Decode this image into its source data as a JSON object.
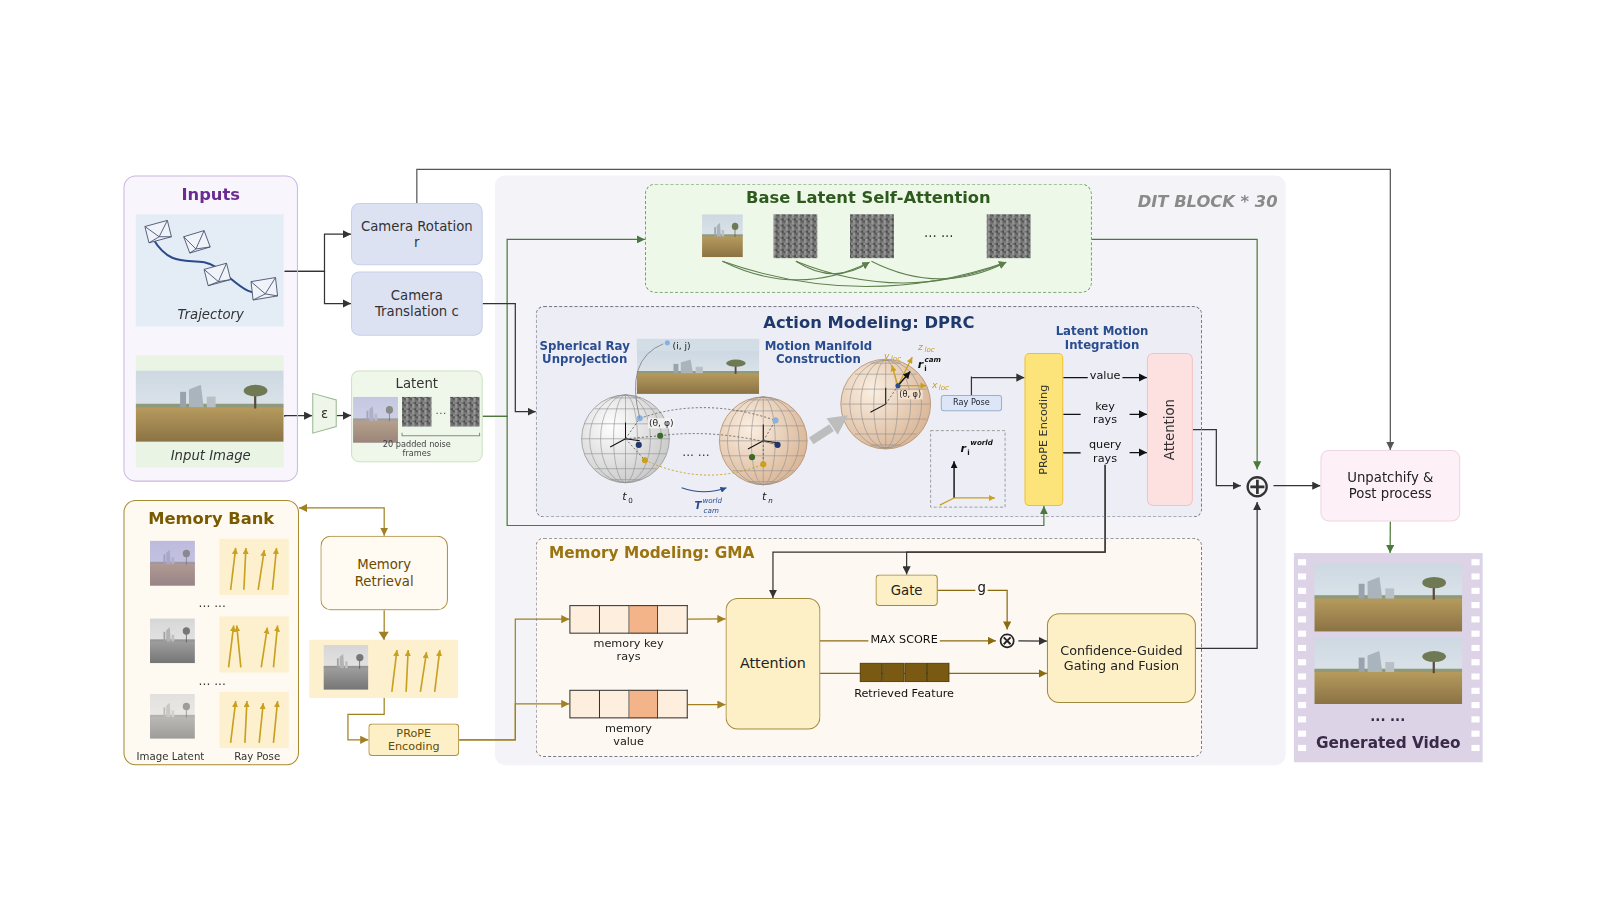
{
  "diagram": {
    "nodes": [
      {
        "text": [
          "Inputs"
        ]
      },
      {
        "text": [
          "Trajectory"
        ],
        "in": 0
      },
      {
        "text": [
          "Input Image"
        ],
        "in": 0
      },
      {
        "text": [
          "Camera Rotation r"
        ]
      },
      {
        "text": [
          "Camera Translation c"
        ]
      },
      {
        "text": [
          "ε"
        ]
      },
      {
        "text": [
          "Latent",
          "20 padded noise frames"
        ]
      },
      {
        "text": [
          "DIT BLOCK * 30"
        ]
      },
      {
        "text": [
          "Base Latent Self-Attention"
        ],
        "in": 7
      },
      {
        "text": [
          "Action Modeling: DPRC"
        ],
        "in": 7
      },
      {
        "text": [
          "Ray Pose"
        ],
        "in": 9
      },
      {
        "text": [
          "PRoPE Encoding"
        ],
        "in": 9
      },
      {
        "text": [
          "Attention"
        ],
        "in": 9
      },
      {
        "text": [
          "Memory Modeling: GMA"
        ],
        "in": 7
      },
      {
        "text": [
          "memory key rays"
        ],
        "in": 13
      },
      {
        "text": [
          "memory value"
        ],
        "in": 13
      },
      {
        "text": [
          "Attention"
        ],
        "in": 13
      },
      {
        "text": [
          "Gate"
        ],
        "in": 13
      },
      {
        "text": [
          "⊗"
        ],
        "in": 13
      },
      {
        "text": [
          "Confidence-Guided Gating and Fusion"
        ],
        "in": 13
      },
      {
        "text": [
          "⊕"
        ],
        "in": 7
      },
      {
        "text": [
          "Unpatchify & Post process"
        ]
      },
      {
        "text": [
          "Generated Video"
        ]
      },
      {
        "text": [
          "Memory Bank"
        ]
      },
      {
        "text": [
          "Memory Retrieval"
        ]
      },
      {
        "text": [
          "PRoPE Encoding"
        ]
      }
    ],
    "edges": [
      {
        "from": 1,
        "to": 3,
        "arrow": "to"
      },
      {
        "from": 1,
        "to": 4,
        "arrow": "to"
      },
      {
        "from": 2,
        "to": 5,
        "arrow": "to"
      },
      {
        "from": 5,
        "to": 6,
        "arrow": "to"
      },
      {
        "from": 6,
        "to": 8,
        "arrow": "to"
      },
      {
        "from": 6,
        "to": 11,
        "arrow": "to"
      },
      {
        "from": 4,
        "to": 9,
        "arrow": "to"
      },
      {
        "from": 3,
        "to": 21,
        "arrow": "to"
      },
      {
        "from": 10,
        "to": 11,
        "arrow": "to"
      },
      {
        "from": 11,
        "to": 12,
        "label": "value",
        "arrow": "to"
      },
      {
        "from": 11,
        "to": 12,
        "label": "key rays",
        "arrow": "to"
      },
      {
        "from": 11,
        "to": 12,
        "label": "query rays",
        "arrow": "to"
      },
      {
        "from": 11,
        "to": 17,
        "arrow": "to"
      },
      {
        "from": 11,
        "to": 16,
        "arrow": "to"
      },
      {
        "from": 12,
        "to": 20,
        "arrow": "to"
      },
      {
        "from": 8,
        "to": 20,
        "arrow": "to"
      },
      {
        "from": 19,
        "to": 20,
        "arrow": "to"
      },
      {
        "from": 20,
        "to": 21,
        "arrow": "to"
      },
      {
        "from": 21,
        "to": 22,
        "arrow": "to"
      },
      {
        "from": 23,
        "to": 24,
        "arrow": "both"
      },
      {
        "from": 24,
        "to": 25,
        "arrow": "to"
      },
      {
        "from": 25,
        "to": 14,
        "arrow": "to"
      },
      {
        "from": 25,
        "to": 15,
        "arrow": "to"
      },
      {
        "from": 14,
        "to": 16,
        "arrow": "to"
      },
      {
        "from": 15,
        "to": 16,
        "arrow": "to"
      },
      {
        "from": 16,
        "to": 18,
        "label": "MAX SCORE",
        "arrow": "to"
      },
      {
        "from": 16,
        "to": 19,
        "label": "Retrieved Feature",
        "arrow": "to"
      },
      {
        "from": 17,
        "to": 18,
        "label": "g",
        "arrow": "to"
      },
      {
        "from": 18,
        "to": 19,
        "arrow": "to"
      }
    ],
    "labels": [
      "... ...",
      "Spherical Ray Unprojection",
      "Motion Manifold Construction",
      "Latent Motion Integration",
      "(i, j)",
      "(θ, φ)",
      "... ...",
      "t",
      "0",
      "t",
      "n",
      "T",
      "world",
      "cam",
      "(θ, φ)",
      "x",
      "loc",
      "y",
      "loc",
      "z",
      "loc",
      "r",
      "i",
      "cam",
      "r",
      "i",
      "world",
      "... ...",
      "... ...",
      "Image Latent",
      "Ray Pose",
      "... ...",
      "…"
    ]
  }
}
